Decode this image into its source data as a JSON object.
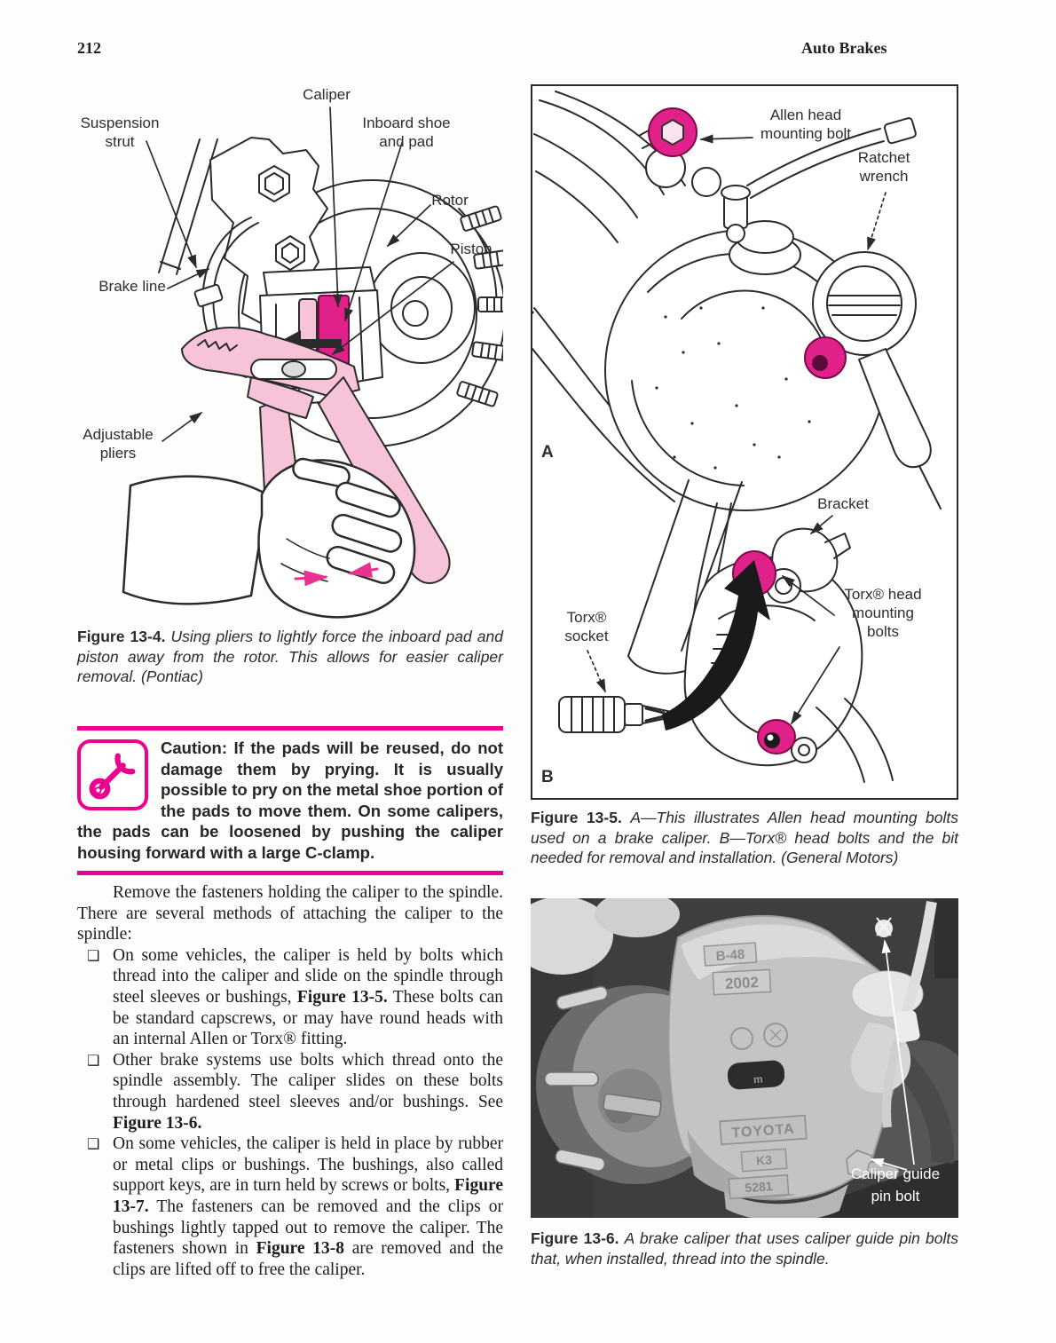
{
  "page": {
    "number": "212",
    "title": "Auto Brakes"
  },
  "colors": {
    "accent_magenta": "#ec008c",
    "piston_highlight": "#e0218a",
    "pliers_pink": "#f6c3d8",
    "ink": "#2b2b2b"
  },
  "figure_13_4": {
    "labels": {
      "caliper": "Caliper",
      "suspension_strut": "Suspension strut",
      "inboard_shoe": "Inboard shoe and pad",
      "rotor": "Rotor",
      "piston": "Piston",
      "brake_line": "Brake line",
      "adjustable_pliers": "Adjustable pliers"
    },
    "caption_label": "Figure 13-4.",
    "caption_text": "Using pliers to lightly force the inboard pad and piston away from the rotor. This allows for easier caliper removal. (Pontiac)"
  },
  "caution": {
    "icon": "wrench-icon",
    "text": "Caution: If the pads will be reused, do not damage them by prying. It is usually possible to pry on the metal shoe portion of the pads to move them. On some calipers, the pads can be loosened by pushing the caliper housing forward with a large C-clamp."
  },
  "body": {
    "intro": "Remove the fasteners holding the caliper to the spindle. There are several methods of attaching the caliper to the spindle:",
    "bullets": [
      {
        "marker": "❑",
        "pre": "On some vehicles, the caliper is held by bolts which thread into the caliper and slide on the spindle through steel sleeves or bushings, ",
        "ref": "Figure 13-5.",
        "mid": "",
        "ref2": "",
        "post": " These bolts can be standard capscrews, or may have round heads with an internal Allen or Torx® fitting."
      },
      {
        "marker": "❑",
        "pre": "Other brake systems use bolts which thread onto the spindle assembly. The caliper slides on these bolts through hardened steel sleeves and/or bushings. See ",
        "ref": "Figure 13-6.",
        "mid": "",
        "ref2": "",
        "post": ""
      },
      {
        "marker": "❑",
        "pre": "On some vehicles, the caliper is held in place by rubber or metal clips or bushings. The bushings, also called support keys, are in turn held by screws or bolts, ",
        "ref": "Figure 13-7.",
        "mid": " The fasteners can be removed and the clips or bushings lightly tapped out to remove the caliper. The fasteners shown in ",
        "ref2": "Figure 13-8",
        "post": " are removed and the clips are lifted off to free the caliper."
      }
    ]
  },
  "figure_13_5": {
    "panel_a": "A",
    "panel_b": "B",
    "labels": {
      "allen_bolt": "Allen head mounting bolt",
      "ratchet_wrench": "Ratchet wrench",
      "bracket": "Bracket",
      "torx_socket": "Torx® socket",
      "torx_bolts": "Torx® head mounting bolts"
    },
    "caption_label": "Figure 13-5.",
    "caption_text": "A—This illustrates Allen head mounting bolts used on a brake caliper. B—Torx® head bolts and the bit needed for removal and installation. (General Motors)"
  },
  "figure_13_6": {
    "photo_label": "Caliper guide pin bolt",
    "photo_marks": {
      "m1": "B-48",
      "m2": "2002",
      "m3": "TOYOTA",
      "m4": "K3",
      "m5": "5281",
      "m6": "m"
    },
    "caption_label": "Figure 13-6.",
    "caption_text": "A brake caliper that uses caliper guide pin bolts that, when installed, thread into the spindle."
  }
}
